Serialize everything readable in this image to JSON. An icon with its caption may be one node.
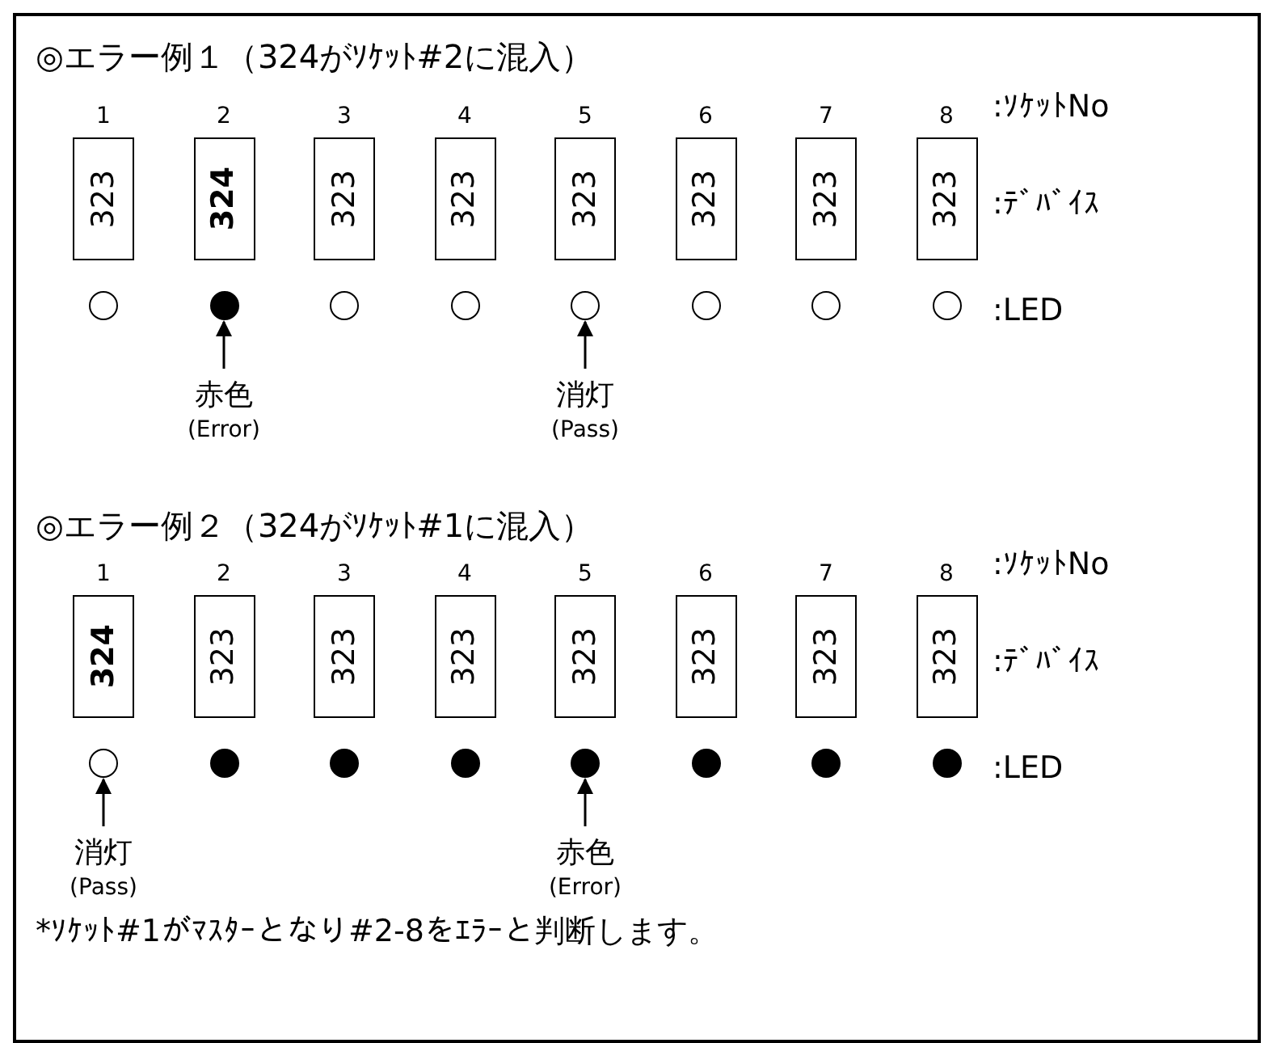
{
  "diagram": {
    "nodes": [
      {
        "text": [
          "323"
        ],
        "beside": [
          "1"
        ]
      },
      {
        "text": [
          "324"
        ],
        "beside": [
          "2"
        ]
      },
      {
        "text": [
          "323"
        ],
        "beside": [
          "3"
        ]
      },
      {
        "text": [
          "323"
        ],
        "beside": [
          "4"
        ]
      },
      {
        "text": [
          "323"
        ],
        "beside": [
          "5"
        ]
      },
      {
        "text": [
          "323"
        ],
        "beside": [
          "6"
        ]
      },
      {
        "text": [
          "323"
        ],
        "beside": [
          "7"
        ]
      },
      {
        "text": [
          "323"
        ],
        "beside": [
          "8"
        ]
      },
      {
        "text": [],
        "shape": "circle"
      },
      {
        "text": [],
        "shape": "dot"
      },
      {
        "text": [],
        "shape": "circle"
      },
      {
        "text": [],
        "shape": "circle"
      },
      {
        "text": [],
        "shape": "circle"
      },
      {
        "text": [],
        "shape": "circle"
      },
      {
        "text": [],
        "shape": "circle"
      },
      {
        "text": [],
        "shape": "circle"
      },
      {
        "text": [
          "赤色",
          "(Error)"
        ]
      },
      {
        "text": [
          "消灯",
          "(Pass)"
        ]
      },
      {
        "text": [
          "324"
        ],
        "beside": [
          "1"
        ]
      },
      {
        "text": [
          "323"
        ],
        "beside": [
          "2"
        ]
      },
      {
        "text": [
          "323"
        ],
        "beside": [
          "3"
        ]
      },
      {
        "text": [
          "323"
        ],
        "beside": [
          "4"
        ]
      },
      {
        "text": [
          "323"
        ],
        "beside": [
          "5"
        ]
      },
      {
        "text": [
          "323"
        ],
        "beside": [
          "6"
        ]
      },
      {
        "text": [
          "323"
        ],
        "beside": [
          "7"
        ]
      },
      {
        "text": [
          "323"
        ],
        "beside": [
          "8"
        ]
      },
      {
        "text": [],
        "shape": "circle"
      },
      {
        "text": [],
        "shape": "dot"
      },
      {
        "text": [],
        "shape": "dot"
      },
      {
        "text": [],
        "shape": "dot"
      },
      {
        "text": [],
        "shape": "dot"
      },
      {
        "text": [],
        "shape": "dot"
      },
      {
        "text": [],
        "shape": "dot"
      },
      {
        "text": [],
        "shape": "dot"
      },
      {
        "text": [
          "消灯",
          "(Pass)"
        ]
      },
      {
        "text": [
          "赤色",
          "(Error)"
        ]
      }
    ],
    "edges": [
      {
        "from": 16,
        "to": 9,
        "arrow": "to"
      },
      {
        "from": 17,
        "to": 12,
        "arrow": "to"
      },
      {
        "from": 34,
        "to": 26,
        "arrow": "to"
      },
      {
        "from": 35,
        "to": 30,
        "arrow": "to"
      }
    ],
    "labels": [
      "◎エラー例１（324がｿｹｯﾄ#2に混入）",
      ":ｿｹｯﾄNo",
      ":ﾃﾞﾊﾞｲｽ",
      ":LED",
      "◎エラー例２（324がｿｹｯﾄ#1に混入）",
      ":ｿｹｯﾄNo",
      ":ﾃﾞﾊﾞｲｽ",
      ":LED",
      "*ｿｹｯﾄ#1がﾏｽﾀｰとなり#2-8をｴﾗｰと判断します。"
    ]
  }
}
